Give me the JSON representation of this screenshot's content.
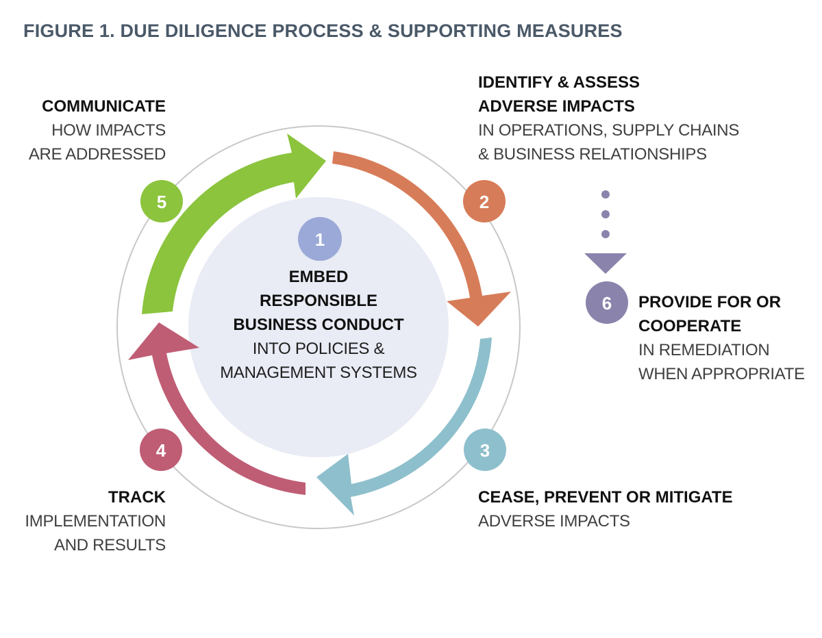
{
  "title": "FIGURE 1. DUE DILIGENCE PROCESS & SUPPORTING MEASURES",
  "center": {
    "number": "1",
    "heading_lines": [
      "EMBED",
      "RESPONSIBLE",
      "BUSINESS CONDUCT"
    ],
    "sub_lines": [
      "INTO POLICIES &",
      "MANAGEMENT SYSTEMS"
    ]
  },
  "steps": [
    {
      "number": "2",
      "heading_lines": [
        "IDENTIFY & ASSESS",
        "ADVERSE IMPACTS"
      ],
      "sub_lines": [
        "IN OPERATIONS, SUPPLY CHAINS",
        "& BUSINESS RELATIONSHIPS"
      ],
      "color": "#d77c59"
    },
    {
      "number": "3",
      "heading_lines": [
        "CEASE, PREVENT OR MITIGATE"
      ],
      "sub_lines": [
        "ADVERSE IMPACTS"
      ],
      "color": "#8ebfcc"
    },
    {
      "number": "4",
      "heading_lines": [
        "TRACK"
      ],
      "sub_lines": [
        "IMPLEMENTATION",
        "AND RESULTS"
      ],
      "color": "#bf5d75"
    },
    {
      "number": "5",
      "heading_lines": [
        "COMMUNICATE"
      ],
      "sub_lines": [
        "HOW IMPACTS",
        "ARE ADDRESSED"
      ],
      "color": "#8cc43e"
    },
    {
      "number": "6",
      "heading_lines": [
        "PROVIDE FOR OR",
        "COOPERATE"
      ],
      "sub_lines": [
        "IN REMEDIATION",
        "WHEN APPROPRIATE"
      ],
      "color": "#8a83ab"
    }
  ],
  "colors": {
    "title": "#4a5968",
    "center_fill": "#e9ebf5",
    "center_badge": "#9aa9d7",
    "outer_ring": "#c8c8c8"
  }
}
